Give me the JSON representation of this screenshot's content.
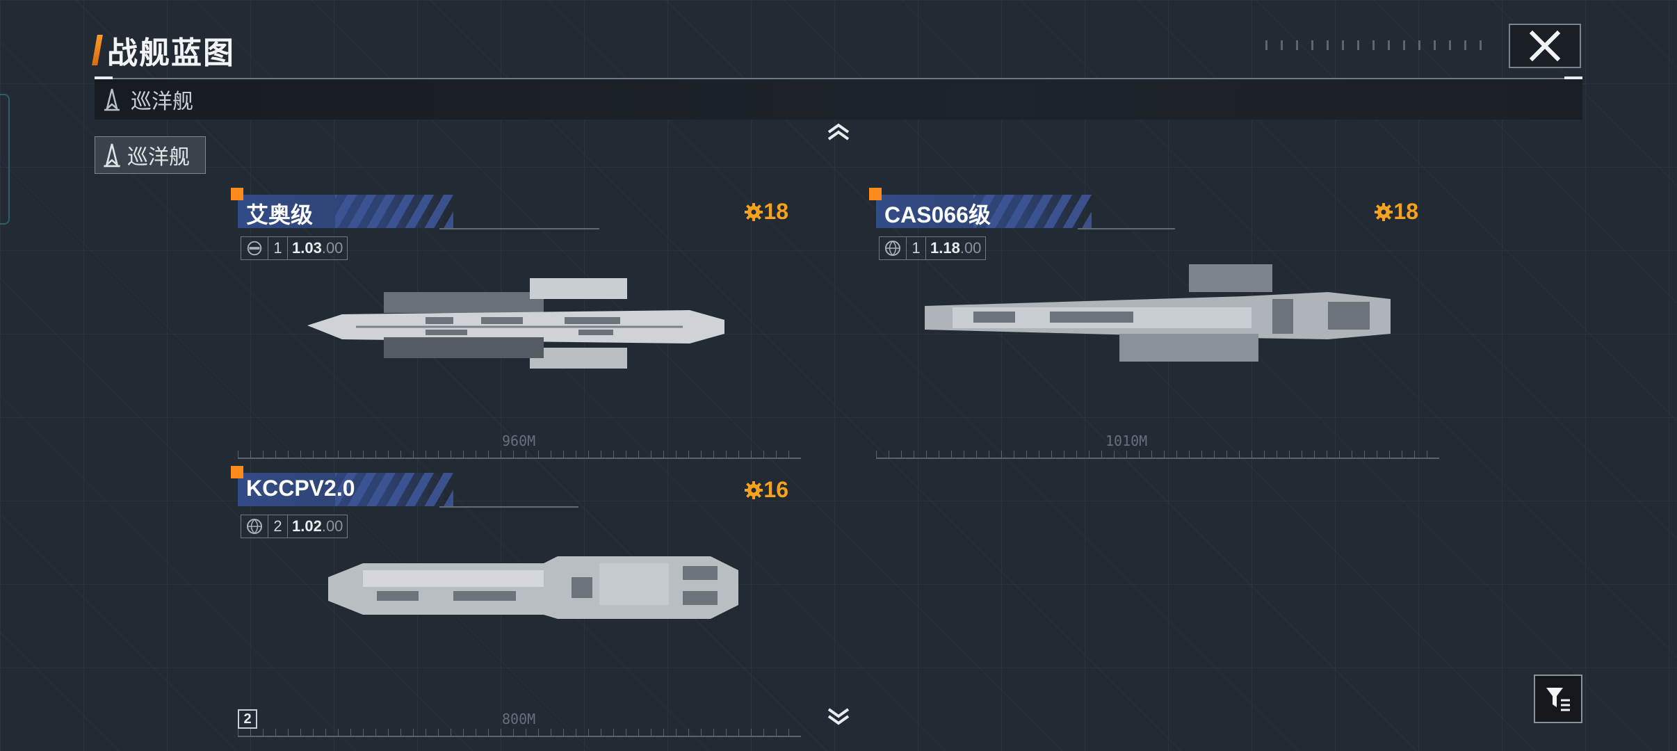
{
  "header": {
    "title": "战舰蓝图"
  },
  "category_bar": {
    "label": "巡洋舰"
  },
  "filter_chip": {
    "label": "巡洋舰"
  },
  "cards": [
    {
      "name": "艾奥级",
      "cost": "18",
      "count": "1",
      "version_main": "1.03",
      "version_sub": ".00",
      "scale": "960M"
    },
    {
      "name": "CAS066级",
      "cost": "18",
      "count": "1",
      "version_main": "1.18",
      "version_sub": ".00",
      "scale": "1010M"
    },
    {
      "name": "KCCPV2.0",
      "cost": "16",
      "count": "2",
      "version_main": "1.02",
      "version_sub": ".00",
      "scale": "800M"
    }
  ],
  "page_indicator": "2",
  "colors": {
    "accent_orange": "#ff8a1c",
    "cost_gold": "#f6a21e",
    "header_blue": "#324c86",
    "background": "#222a33"
  }
}
